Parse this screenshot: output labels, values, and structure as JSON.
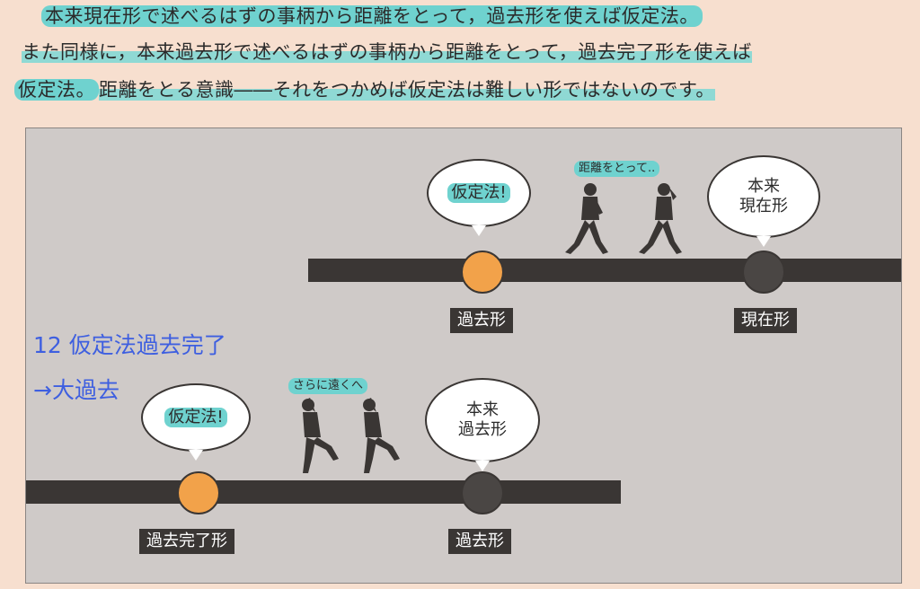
{
  "paragraph": {
    "line1": "本来現在形で述べるはずの事柄から距離をとって，過去形を使えば仮定法。",
    "line2": "また同様に，本来過去形で述べるはずの事柄から距離をとって，過去完了形を使えば",
    "line3_highlight": "仮定法。",
    "line3_rest": "距離をとる意識――それをつかめば仮定法は難しい形ではないのです。"
  },
  "diagram": {
    "top": {
      "bubble_left": "仮定法!",
      "bubble_right_line1": "本来",
      "bubble_right_line2": "現在形",
      "caption": "距離をとって..",
      "label_left": "過去形",
      "label_right": "現在形"
    },
    "bottom": {
      "bubble_left": "仮定法!",
      "bubble_right_line1": "本来",
      "bubble_right_line2": "過去形",
      "caption": "さらに遠くへ",
      "label_left": "過去完了形",
      "label_right": "過去形"
    },
    "handwritten_line1": "12 仮定法過去完了",
    "handwritten_line2": "→大過去"
  },
  "colors": {
    "page_background": "#f7dfcf",
    "highlight": "#6fd2cf",
    "timeline": "#3a3634",
    "past_point": "#f2a24a",
    "handwriting": "#3e5fe0"
  }
}
